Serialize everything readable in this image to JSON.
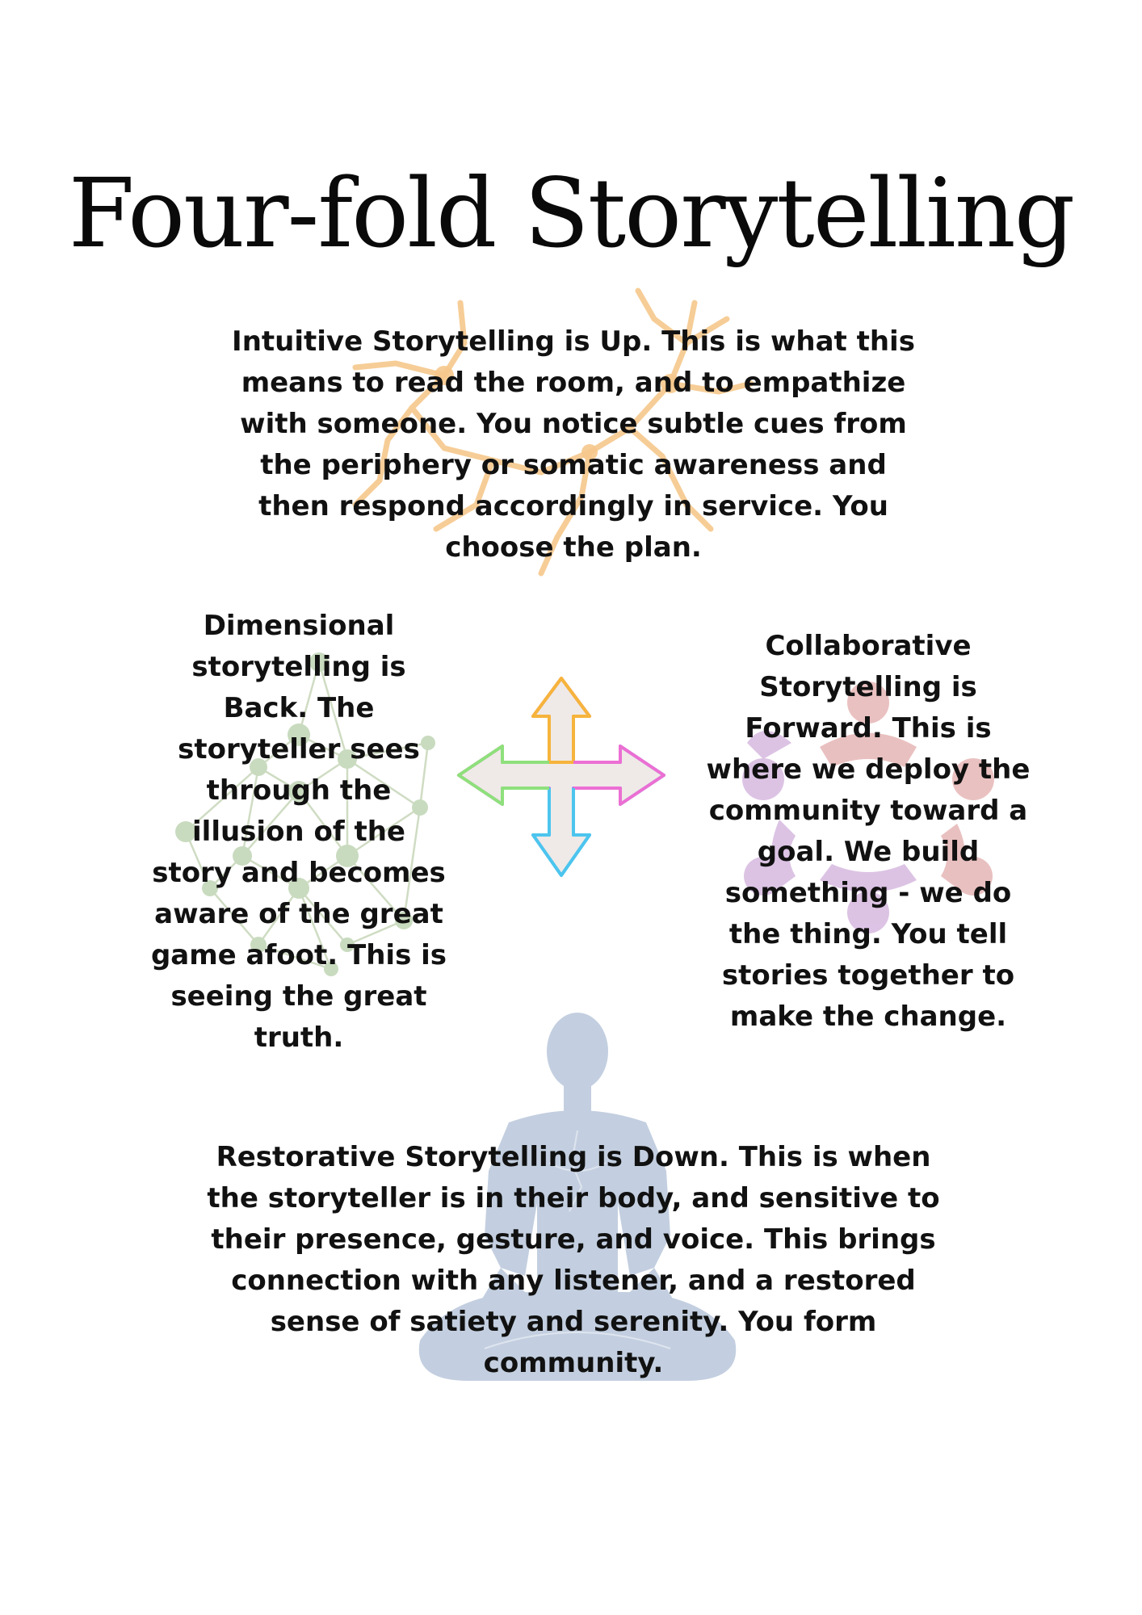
{
  "title": "Four-fold Storytelling",
  "sections": {
    "up": {
      "text": "Intuitive Storytelling is Up. This is what this means to read the room, and to empathize with someone. You notice subtle cues from the periphery or somatic awareness and then respond accordingly in service. You choose the plan.",
      "icon": "neuron-icon",
      "color": "#f7c98a"
    },
    "back": {
      "text": "Dimensional storytelling is Back. The storyteller sees through the illusion of the story and becomes aware of the great game afoot. This is seeing the great truth.",
      "icon": "network-graph-icon",
      "color": "#c9dbbf"
    },
    "forward": {
      "text": "Collaborative Storytelling is Forward. This is where we  deploy the community toward a goal. We build something - we do the thing. You tell stories together to make the change.",
      "icon": "community-circle-icon",
      "colors": [
        "#d7b9e0",
        "#e6b6b6"
      ]
    },
    "down": {
      "text": "Restorative Storytelling is Down. This is when the storyteller is in their body, and sensitive to their presence, gesture, and voice. This brings connection with any listener, and a restored sense of satiety and serenity. You form community.",
      "icon": "meditation-figure-icon",
      "color": "#c3cfe0"
    }
  },
  "center_icon": "four-way-arrow-icon"
}
